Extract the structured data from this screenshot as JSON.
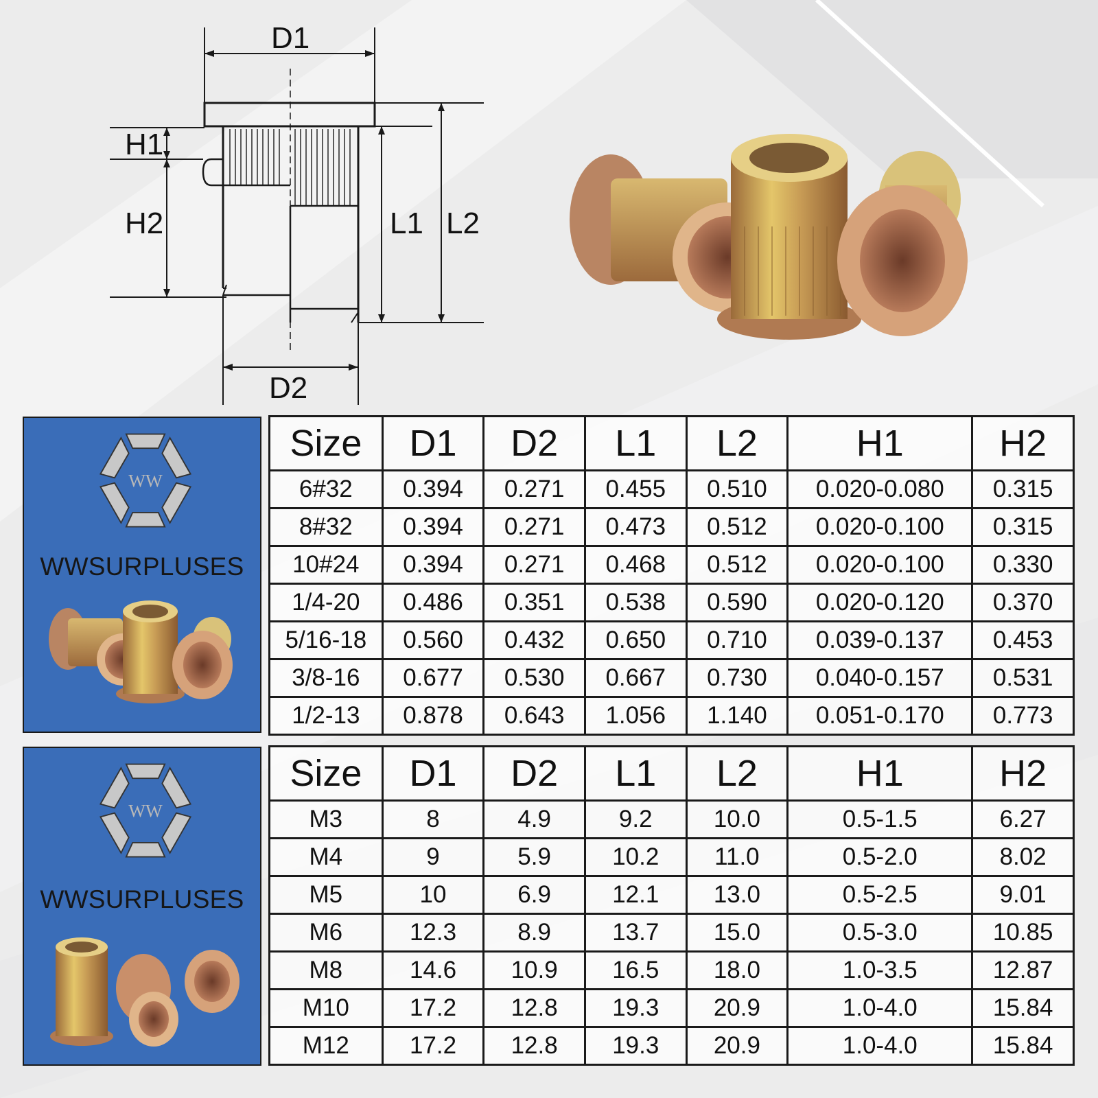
{
  "diagram": {
    "labels": {
      "d1": "D1",
      "d2": "D2",
      "h1": "H1",
      "h2": "H2",
      "l1": "L1",
      "l2": "L2"
    }
  },
  "brand": {
    "name": "WWSURPLUSES",
    "logo_letters": "WW"
  },
  "colors": {
    "panel": "#3a6db8",
    "brass": "#c9a25a",
    "line": "#1a1a1a"
  },
  "imperial_table": {
    "headers": [
      "Size",
      "D1",
      "D2",
      "L1",
      "L2",
      "H1",
      "H2"
    ],
    "rows": [
      [
        "6#32",
        "0.394",
        "0.271",
        "0.455",
        "0.510",
        "0.020-0.080",
        "0.315"
      ],
      [
        "8#32",
        "0.394",
        "0.271",
        "0.473",
        "0.512",
        "0.020-0.100",
        "0.315"
      ],
      [
        "10#24",
        "0.394",
        "0.271",
        "0.468",
        "0.512",
        "0.020-0.100",
        "0.330"
      ],
      [
        "1/4-20",
        "0.486",
        "0.351",
        "0.538",
        "0.590",
        "0.020-0.120",
        "0.370"
      ],
      [
        "5/16-18",
        "0.560",
        "0.432",
        "0.650",
        "0.710",
        "0.039-0.137",
        "0.453"
      ],
      [
        "3/8-16",
        "0.677",
        "0.530",
        "0.667",
        "0.730",
        "0.040-0.157",
        "0.531"
      ],
      [
        "1/2-13",
        "0.878",
        "0.643",
        "1.056",
        "1.140",
        "0.051-0.170",
        "0.773"
      ]
    ]
  },
  "metric_table": {
    "headers": [
      "Size",
      "D1",
      "D2",
      "L1",
      "L2",
      "H1",
      "H2"
    ],
    "rows": [
      [
        "M3",
        "8",
        "4.9",
        "9.2",
        "10.0",
        "0.5-1.5",
        "6.27"
      ],
      [
        "M4",
        "9",
        "5.9",
        "10.2",
        "11.0",
        "0.5-2.0",
        "8.02"
      ],
      [
        "M5",
        "10",
        "6.9",
        "12.1",
        "13.0",
        "0.5-2.5",
        "9.01"
      ],
      [
        "M6",
        "12.3",
        "8.9",
        "13.7",
        "15.0",
        "0.5-3.0",
        "10.85"
      ],
      [
        "M8",
        "14.6",
        "10.9",
        "16.5",
        "18.0",
        "1.0-3.5",
        "12.87"
      ],
      [
        "M10",
        "17.2",
        "12.8",
        "19.3",
        "20.9",
        "1.0-4.0",
        "15.84"
      ],
      [
        "M12",
        "17.2",
        "12.8",
        "19.3",
        "20.9",
        "1.0-4.0",
        "15.84"
      ]
    ]
  }
}
